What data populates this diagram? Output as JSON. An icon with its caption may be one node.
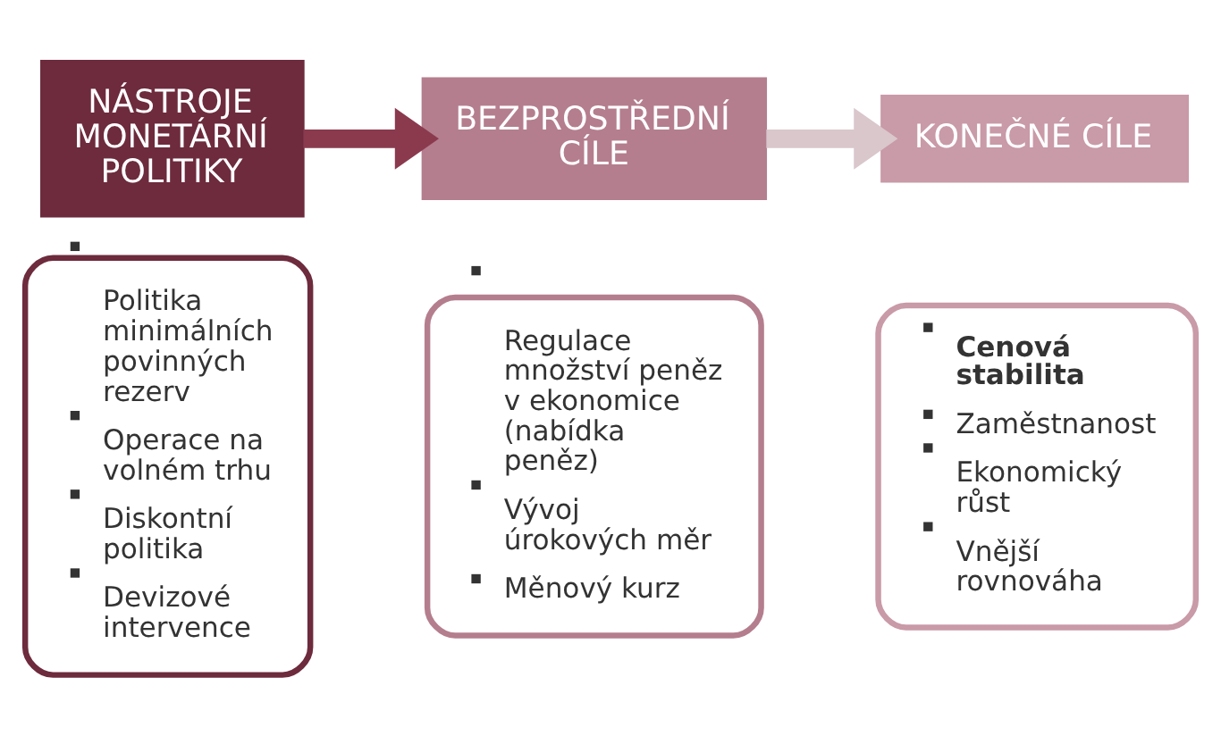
{
  "diagram": {
    "nodes": [
      {
        "text": [
          "NÁSTROJE MONETÁRNÍ POLITIKY"
        ]
      },
      {
        "text": [
          "Politika minimálních povinných rezerv",
          "Operace na volném trhu",
          "Diskontní politika",
          "Devizové intervence"
        ]
      },
      {
        "text": [
          "BEZPROSTŘEDNÍ CÍLE"
        ]
      },
      {
        "text": [
          "Regulace množství peněz v ekonomice (nabídka peněz)",
          "Vývoj úrokových měr",
          "Měnový kurz"
        ]
      },
      {
        "text": [
          "KONEČNÉ CÍLE"
        ]
      },
      {
        "text": [
          "**Cenová stabilita**",
          "Zaměstnanost",
          "Ekonomický růst",
          "Vnější rovnováha"
        ]
      }
    ],
    "edges": [
      {
        "from": 0,
        "to": 2,
        "arrow": "to",
        "color": "#8b3a4e"
      },
      {
        "from": 2,
        "to": 4,
        "arrow": "to",
        "color": "#d9c7cc"
      }
    ]
  }
}
